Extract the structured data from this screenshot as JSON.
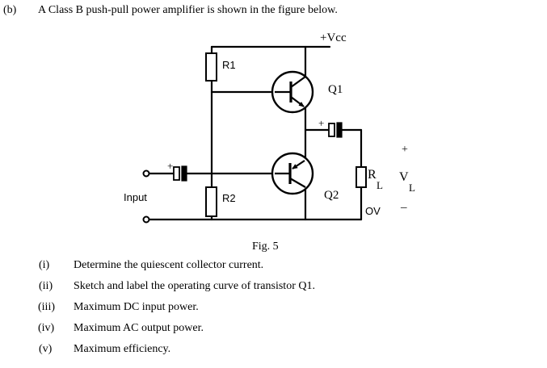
{
  "question": {
    "label": "(b)",
    "text": "A Class B push-pull power amplifier is shown in the figure below."
  },
  "circuit": {
    "vcc_label": "+Vcc",
    "r1_label": "R1",
    "r2_label": "R2",
    "q1_label": "Q1",
    "q2_label": "Q2",
    "input_label": "Input",
    "cap_plus": "+",
    "load_r_main": "R",
    "load_r_sub": "L",
    "load_v_main": "V",
    "load_v_sub": "L",
    "plus_sign": "+",
    "minus_sign": "–",
    "ground_label": "OV",
    "figure_caption": "Fig. 5"
  },
  "parts": [
    {
      "label": "(i)",
      "text": "Determine the quiescent collector current."
    },
    {
      "label": "(ii)",
      "text": "Sketch and label the operating curve of transistor Q1."
    },
    {
      "label": "(iii)",
      "text": "Maximum DC input power."
    },
    {
      "label": "(iv)",
      "text": "Maximum AC output power."
    },
    {
      "label": "(v)",
      "text": "Maximum efficiency."
    }
  ]
}
